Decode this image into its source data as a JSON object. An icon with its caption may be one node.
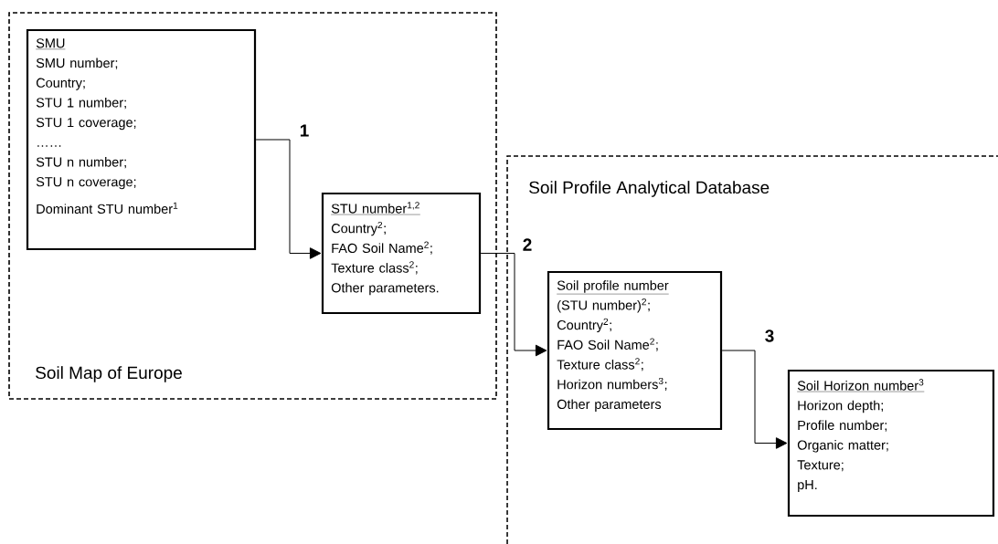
{
  "diagram": {
    "nodes": [
      {
        "text": [
          "Soil Map of Europe"
        ]
      },
      {
        "text": [
          "SMU",
          "SMU number;",
          "Country;",
          "STU 1 number;",
          "STU 1 coverage;",
          "……",
          "STU n number;",
          "STU n coverage;",
          "Dominant STU number$^{1}$"
        ],
        "in": 0
      },
      {
        "text": [
          "STU number$^{1,2}$",
          "Country$^{2}$;",
          "FAO Soil Name$^{2}$;",
          "Texture class$^{2}$;",
          "Other parameters."
        ],
        "in": 0
      },
      {
        "text": [
          "Soil Profile Analytical Database"
        ]
      },
      {
        "text": [
          "Soil profile number",
          "(STU number)$^{2}$;",
          "Country$^{2}$;",
          "FAO Soil Name$^{2}$;",
          "Texture class$^{2}$;",
          "Horizon numbers$^{3}$;",
          "Other parameters"
        ],
        "in": 3
      },
      {
        "text": [
          "Soil Horizon number$^{3}$",
          "Horizon depth;",
          "Profile number;",
          "Organic matter;",
          "Texture;",
          "pH."
        ],
        "in": 3
      }
    ],
    "edges": [
      {
        "from": 1,
        "to": 2,
        "arrow": "to",
        "label": "1"
      },
      {
        "from": 2,
        "to": 4,
        "arrow": "to",
        "label": "2"
      },
      {
        "from": 4,
        "to": 5,
        "arrow": "to",
        "label": "3"
      }
    ]
  }
}
